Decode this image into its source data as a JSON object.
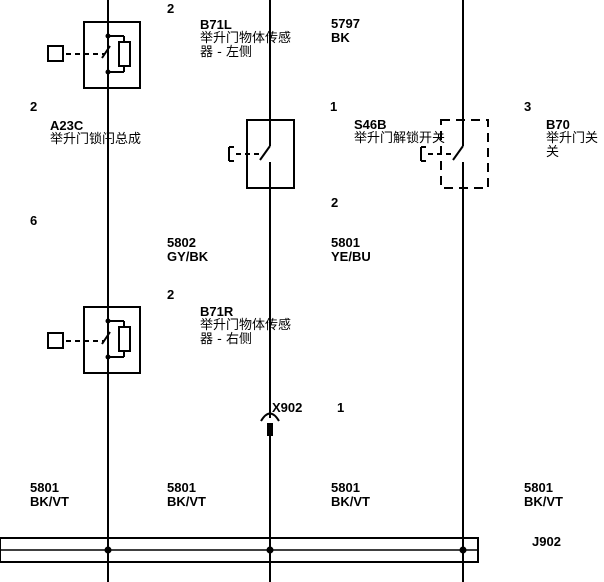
{
  "components": {
    "b71l": {
      "pin": "2",
      "code": "B71L",
      "name": "举升门物体传感器 - 左侧"
    },
    "b71r": {
      "pin": "2",
      "code": "B71R",
      "name": "举升门物体传感器 - 右侧"
    },
    "a23c": {
      "pin_top": "2",
      "pin_bottom": "6",
      "code": "A23C",
      "name": "举升门锁闩总成"
    },
    "s46b": {
      "pin_top": "1",
      "pin_bottom": "2",
      "code": "S46B",
      "name": "举升门解锁开关"
    },
    "b70": {
      "pin": "3",
      "code": "B70",
      "name": "举升门关关"
    },
    "x902": {
      "code": "X902",
      "pin": "1"
    }
  },
  "wires": {
    "w5797": {
      "circuit": "5797",
      "color": "BK"
    },
    "w5802": {
      "circuit": "5802",
      "color": "GY/BK"
    },
    "w5801_top": {
      "circuit": "5801",
      "color": "YE/BU"
    },
    "ground": [
      {
        "circuit": "5801",
        "color": "BK/VT"
      },
      {
        "circuit": "5801",
        "color": "BK/VT"
      },
      {
        "circuit": "5801",
        "color": "BK/VT"
      },
      {
        "circuit": "5801",
        "color": "BK/VT"
      }
    ]
  },
  "splice": {
    "code": "J902"
  },
  "colors": {
    "line": "#000000",
    "background": "#ffffff"
  }
}
